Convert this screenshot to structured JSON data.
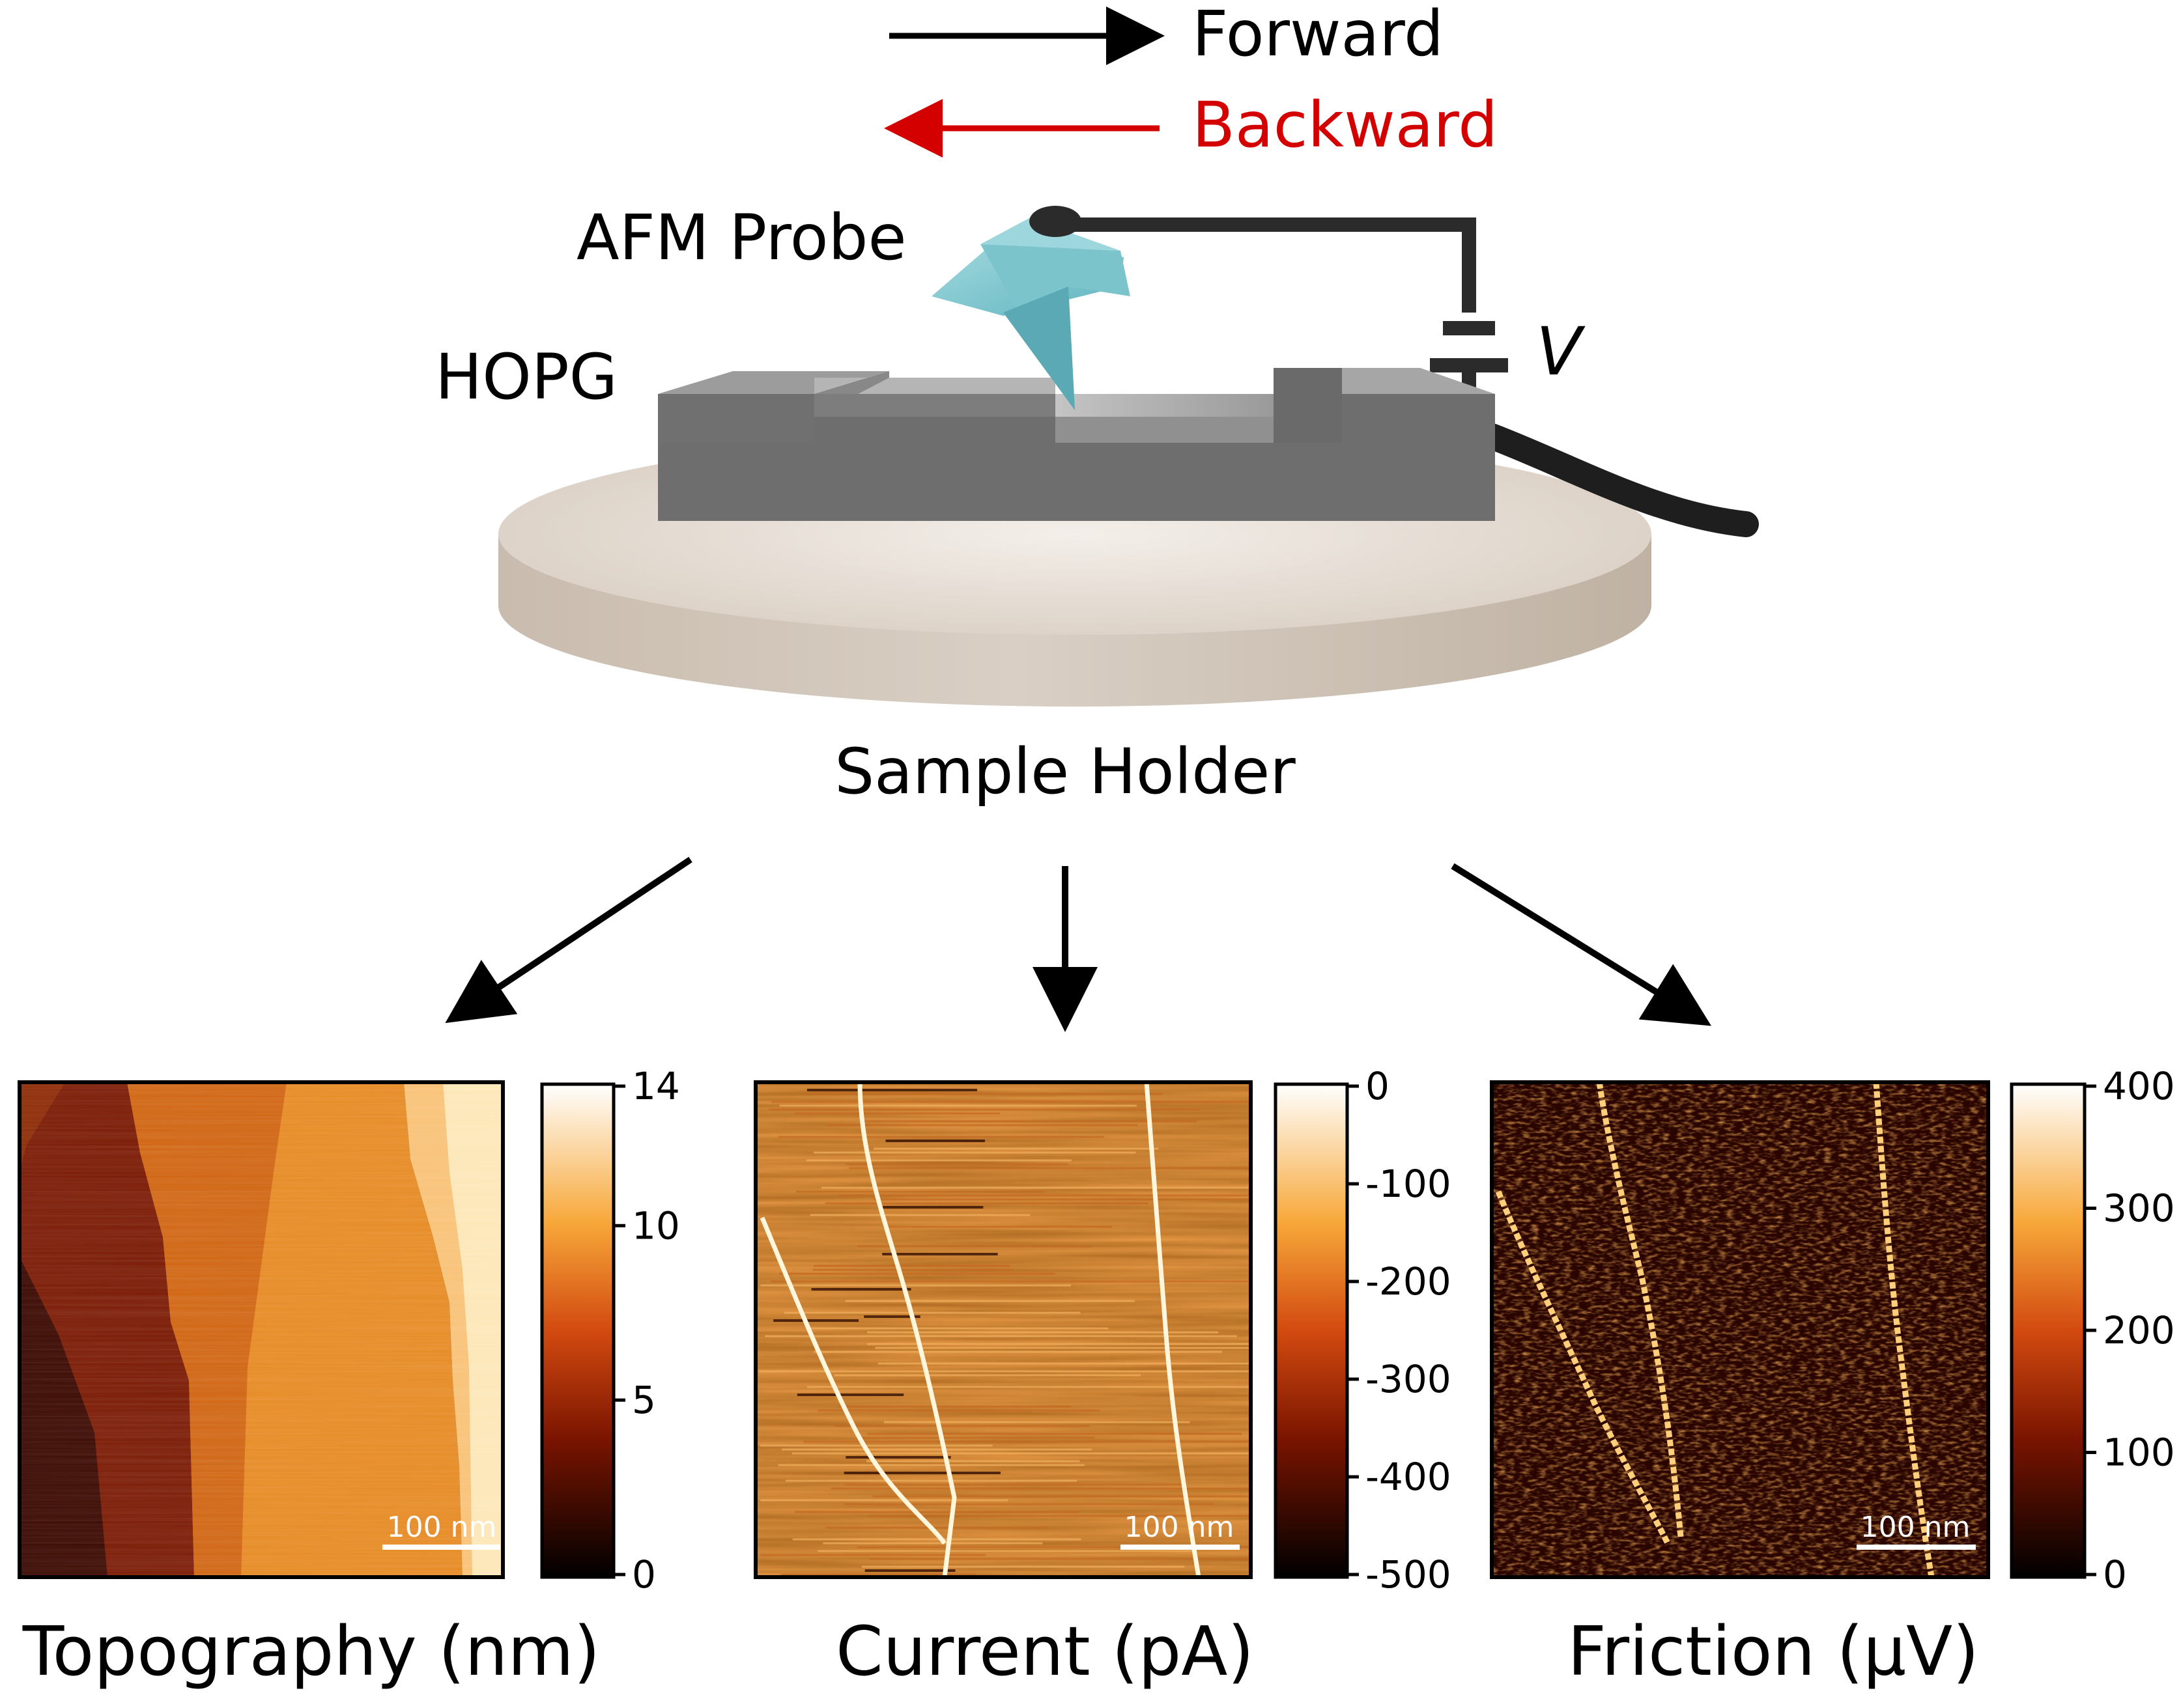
{
  "legend": {
    "forward_label": "Forward",
    "backward_label": "Backward",
    "forward_color": "#000000",
    "backward_color": "#d40000"
  },
  "setup": {
    "probe_label": "AFM Probe",
    "sample_label": "HOPG",
    "voltage_label": "V",
    "holder_label": "Sample Holder",
    "probe_color": "#7cc4cc",
    "hopg_color": "#7a7a7a",
    "holder_color": "#cfc3b6"
  },
  "panels": [
    {
      "title": "Topography (nm)",
      "scale_bar": "100 nm",
      "ticks": [
        "14",
        "10",
        "5",
        "0"
      ],
      "tick_values": [
        14,
        10,
        5,
        0
      ],
      "range": [
        0,
        14
      ],
      "style": "topo"
    },
    {
      "title": "Current (pA)",
      "scale_bar": "100 nm",
      "ticks": [
        "0",
        "-100",
        "-200",
        "-300",
        "-400",
        "-500"
      ],
      "tick_values": [
        0,
        -100,
        -200,
        -300,
        -400,
        -500
      ],
      "range": [
        -500,
        0
      ],
      "style": "current"
    },
    {
      "title": "Friction (µV)",
      "scale_bar": "100 nm",
      "ticks": [
        "400",
        "300",
        "200",
        "100",
        "0"
      ],
      "tick_values": [
        400,
        300,
        200,
        100,
        0
      ],
      "range": [
        0,
        400
      ],
      "style": "friction"
    }
  ]
}
